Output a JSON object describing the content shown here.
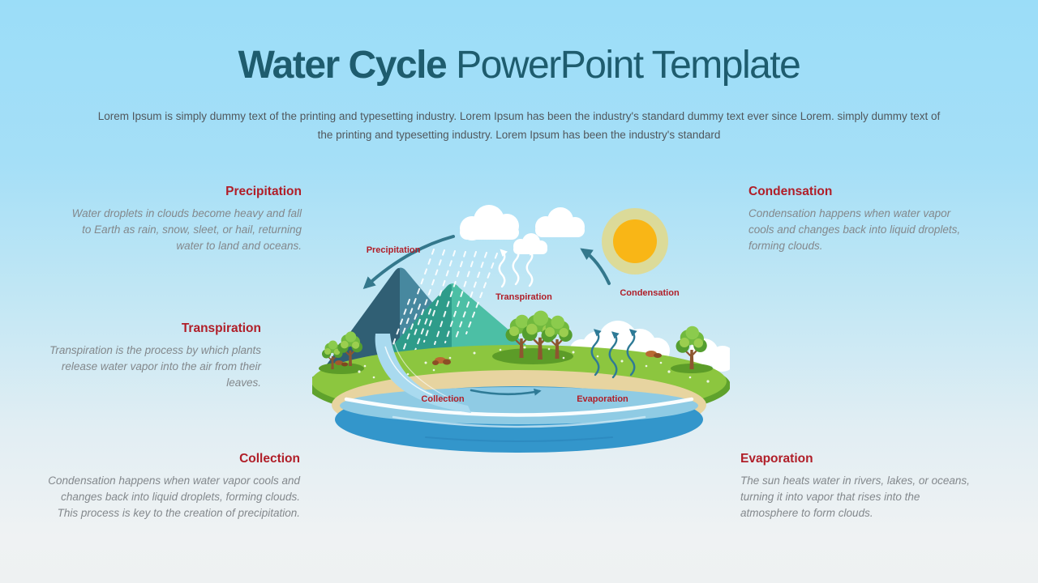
{
  "slide": {
    "title": {
      "bold": "Water Cycle",
      "regular": "PowerPoint Template"
    },
    "subtitle": "Lorem Ipsum is simply dummy text of the printing and typesetting industry. Lorem Ipsum has been the industry's standard dummy text ever since Lorem. simply dummy text of the printing and typesetting industry. Lorem Ipsum has been the industry's standard"
  },
  "sections": {
    "precipitation": {
      "title": "Precipitation",
      "text": "Water droplets in clouds become heavy and fall to Earth as rain, snow, sleet, or hail, returning water to land and oceans."
    },
    "transpiration": {
      "title": "Transpiration",
      "text": "Transpiration is the process by which plants release water vapor into the air from their leaves."
    },
    "collection": {
      "title": "Collection",
      "text": "Condensation happens when water vapor cools and changes back into liquid droplets, forming clouds. This process is key to the creation of precipitation."
    },
    "condensation": {
      "title": "Condensation",
      "text": "Condensation happens when water vapor cools and changes back into liquid droplets, forming clouds."
    },
    "evaporation": {
      "title": "Evaporation",
      "text": "The sun heats water in rivers, lakes, or oceans, turning it into vapor that rises into the atmosphere to form clouds."
    }
  },
  "diagram": {
    "labels": {
      "precipitation": "Precipitation",
      "transpiration": "Transpiration",
      "condensation": "Condensation",
      "collection": "Collection",
      "evaporation": "Evaporation"
    }
  },
  "colors": {
    "title_teal": "#1E5C6E",
    "heading_red": "#B01E28",
    "body_gray": "#83888C",
    "subtitle_gray": "#51575C",
    "sky_top": "#9BDDF8",
    "sky_bottom": "#EEF1F2",
    "arrow_teal": "#34788C",
    "sun_orange": "#F9B616",
    "grass_green": "#8CC63F",
    "sand_tan": "#E7D4A0",
    "water_light": "#8FCBE4",
    "water_dark": "#3396CB",
    "mountain_back": "#47889F",
    "mountain_front": "#4CBFA5"
  }
}
